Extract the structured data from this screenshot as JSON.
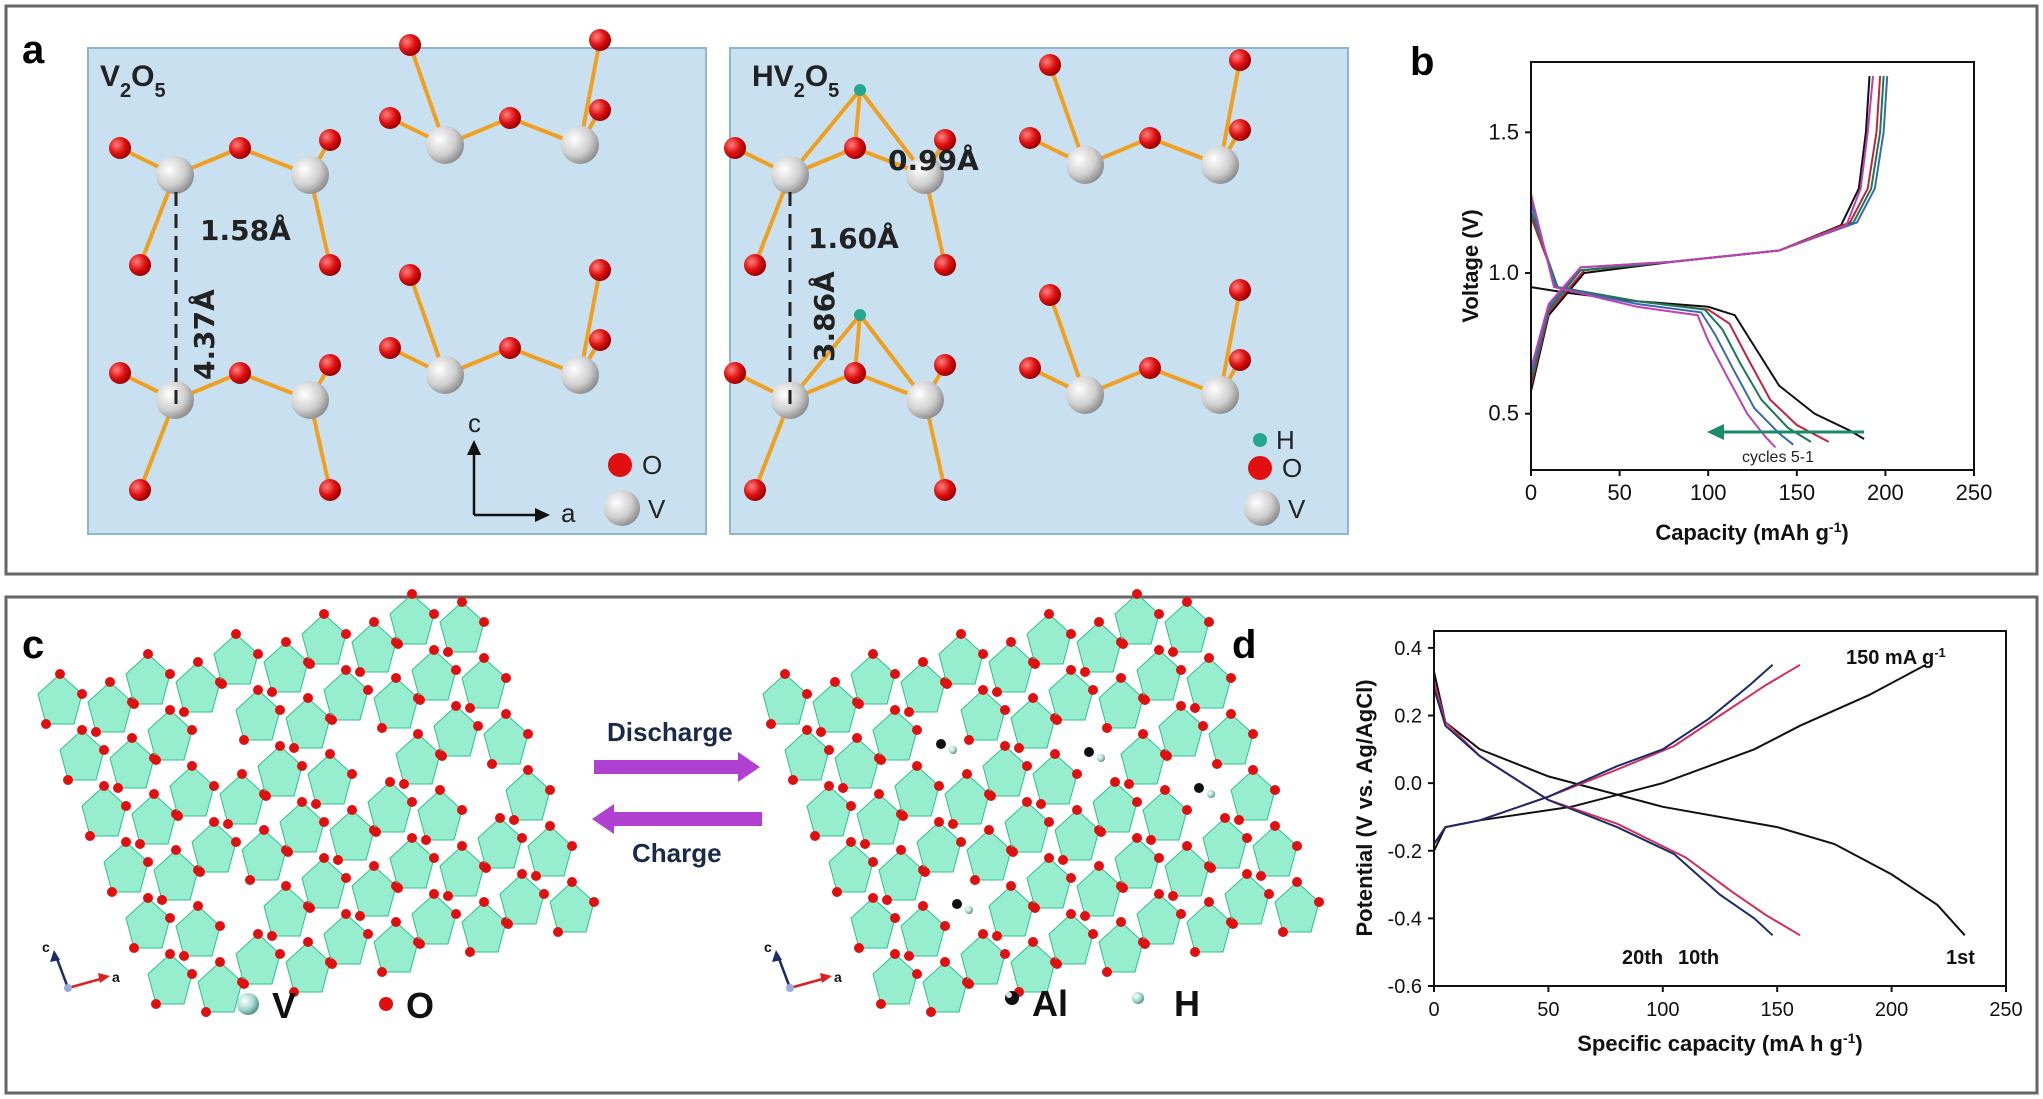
{
  "panels": {
    "a": "a",
    "b": "b",
    "c": "c",
    "d": "d"
  },
  "panel_a": {
    "left_title_main": "V",
    "left_title_sub1": "2",
    "left_title_mid": "O",
    "left_title_sub2": "5",
    "right_title_main": "HV",
    "right_title_sub1": "2",
    "right_title_mid": "O",
    "right_title_sub2": "5",
    "left_bond": "1.58Å",
    "left_interlayer": "4.37Å",
    "right_bond": "1.60Å",
    "right_oh": "0.99Å",
    "right_interlayer": "3.86Å",
    "axis_c": "c",
    "axis_a": "a",
    "legend_left": [
      "O",
      "V"
    ],
    "legend_right": [
      "H",
      "O",
      "V"
    ],
    "colors": {
      "background": "#c9e0f0",
      "oxygen": "#e01010",
      "vanadium": "#d9d9d9",
      "hydrogen": "#26a58f",
      "bond": "#f0a020"
    }
  },
  "panel_c": {
    "discharge": "Discharge",
    "charge": "Charge",
    "legend_left": [
      "V",
      "O"
    ],
    "legend_right": [
      "Al",
      "H"
    ],
    "axis_c": "c",
    "axis_a": "a",
    "colors": {
      "octahedra": "#3fe0a8",
      "oxygen": "#e01010",
      "arrow": "#b040d0"
    }
  },
  "chart_data": [
    {
      "panel": "b",
      "type": "line",
      "xlabel": "Capacity (mAh g",
      "xlabel_sup": "-1",
      "xlabel_end": ")",
      "ylabel": "Voltage (V)",
      "xlim": [
        0,
        250
      ],
      "ylim": [
        0.3,
        1.75
      ],
      "xticks": [
        0,
        50,
        100,
        150,
        200,
        250
      ],
      "yticks": [
        0.5,
        1.0,
        1.5
      ],
      "ytick_labels": [
        "0.5",
        "1.0",
        "1.5"
      ],
      "annotation": "cycles 5-1",
      "series": [
        {
          "color": "#111111",
          "discharge": [
            [
              0,
              0.95
            ],
            [
              20,
              0.93
            ],
            [
              60,
              0.9
            ],
            [
              100,
              0.88
            ],
            [
              115,
              0.85
            ],
            [
              125,
              0.75
            ],
            [
              140,
              0.6
            ],
            [
              160,
              0.5
            ],
            [
              180,
              0.44
            ],
            [
              188,
              0.41
            ]
          ],
          "charge": [
            [
              0,
              0.58
            ],
            [
              10,
              0.85
            ],
            [
              30,
              1.0
            ],
            [
              80,
              1.04
            ],
            [
              140,
              1.08
            ],
            [
              175,
              1.17
            ],
            [
              185,
              1.3
            ],
            [
              189,
              1.5
            ],
            [
              191,
              1.7
            ]
          ]
        },
        {
          "color": "#c0243c",
          "discharge": [
            [
              0,
              1.2
            ],
            [
              15,
              0.95
            ],
            [
              60,
              0.9
            ],
            [
              100,
              0.87
            ],
            [
              112,
              0.82
            ],
            [
              122,
              0.7
            ],
            [
              135,
              0.55
            ],
            [
              150,
              0.46
            ],
            [
              168,
              0.4
            ]
          ],
          "charge": [
            [
              0,
              0.6
            ],
            [
              10,
              0.86
            ],
            [
              30,
              1.01
            ],
            [
              80,
              1.04
            ],
            [
              140,
              1.08
            ],
            [
              180,
              1.18
            ],
            [
              190,
              1.3
            ],
            [
              195,
              1.5
            ],
            [
              197,
              1.7
            ]
          ]
        },
        {
          "color": "#1a7a55",
          "discharge": [
            [
              0,
              1.22
            ],
            [
              15,
              0.95
            ],
            [
              60,
              0.9
            ],
            [
              98,
              0.87
            ],
            [
              108,
              0.8
            ],
            [
              118,
              0.68
            ],
            [
              130,
              0.55
            ],
            [
              145,
              0.45
            ],
            [
              158,
              0.4
            ]
          ],
          "charge": [
            [
              0,
              0.62
            ],
            [
              10,
              0.87
            ],
            [
              28,
              1.01
            ],
            [
              80,
              1.04
            ],
            [
              140,
              1.08
            ],
            [
              182,
              1.18
            ],
            [
              192,
              1.3
            ],
            [
              197,
              1.5
            ],
            [
              199,
              1.7
            ]
          ]
        },
        {
          "color": "#3a6ab0",
          "discharge": [
            [
              0,
              1.25
            ],
            [
              14,
              0.95
            ],
            [
              60,
              0.89
            ],
            [
              96,
              0.86
            ],
            [
              104,
              0.78
            ],
            [
              114,
              0.66
            ],
            [
              126,
              0.52
            ],
            [
              140,
              0.43
            ],
            [
              148,
              0.39
            ]
          ],
          "charge": [
            [
              0,
              0.64
            ],
            [
              10,
              0.88
            ],
            [
              28,
              1.02
            ],
            [
              80,
              1.04
            ],
            [
              140,
              1.08
            ],
            [
              184,
              1.18
            ],
            [
              194,
              1.3
            ],
            [
              199,
              1.5
            ],
            [
              201,
              1.7
            ]
          ]
        },
        {
          "color": "#c040b0",
          "discharge": [
            [
              0,
              1.28
            ],
            [
              13,
              0.95
            ],
            [
              60,
              0.88
            ],
            [
              94,
              0.85
            ],
            [
              100,
              0.76
            ],
            [
              110,
              0.64
            ],
            [
              122,
              0.5
            ],
            [
              132,
              0.42
            ],
            [
              138,
              0.38
            ]
          ],
          "charge": [
            [
              0,
              0.66
            ],
            [
              10,
              0.89
            ],
            [
              28,
              1.02
            ],
            [
              80,
              1.04
            ],
            [
              140,
              1.08
            ],
            [
              178,
              1.17
            ],
            [
              186,
              1.3
            ],
            [
              190,
              1.5
            ],
            [
              193,
              1.7
            ]
          ]
        }
      ]
    },
    {
      "panel": "d",
      "type": "line",
      "xlabel": "Specific capacity (mA h g",
      "xlabel_sup": "-1",
      "xlabel_end": ")",
      "ylabel": "Potential (V vs. Ag/AgCl)",
      "xlim": [
        0,
        250
      ],
      "ylim": [
        -0.6,
        0.45
      ],
      "xticks": [
        0,
        50,
        100,
        150,
        200,
        250
      ],
      "yticks": [
        -0.6,
        -0.4,
        -0.2,
        0.0,
        0.2,
        0.4
      ],
      "ytick_labels": [
        "-0.6",
        "-0.4",
        "-0.2",
        "0.0",
        "0.2",
        "0.4"
      ],
      "annotation": "150 mA g",
      "annotation_sup": "-1",
      "curve_labels": [
        "20th",
        "10th",
        "1st"
      ],
      "series": [
        {
          "name": "1st",
          "color": "#111111",
          "discharge": [
            [
              0,
              0.33
            ],
            [
              5,
              0.18
            ],
            [
              20,
              0.1
            ],
            [
              50,
              0.02
            ],
            [
              100,
              -0.07
            ],
            [
              150,
              -0.13
            ],
            [
              175,
              -0.18
            ],
            [
              200,
              -0.27
            ],
            [
              220,
              -0.36
            ],
            [
              232,
              -0.45
            ]
          ],
          "charge": [
            [
              0,
              -0.2
            ],
            [
              5,
              -0.13
            ],
            [
              20,
              -0.11
            ],
            [
              60,
              -0.07
            ],
            [
              100,
              0.0
            ],
            [
              120,
              0.05
            ],
            [
              140,
              0.1
            ],
            [
              160,
              0.17
            ],
            [
              190,
              0.26
            ],
            [
              215,
              0.35
            ]
          ]
        },
        {
          "name": "10th",
          "color": "#d0305a",
          "discharge": [
            [
              0,
              0.3
            ],
            [
              5,
              0.18
            ],
            [
              20,
              0.08
            ],
            [
              50,
              -0.05
            ],
            [
              80,
              -0.12
            ],
            [
              110,
              -0.22
            ],
            [
              130,
              -0.32
            ],
            [
              145,
              -0.39
            ],
            [
              160,
              -0.45
            ]
          ],
          "charge": [
            [
              0,
              -0.18
            ],
            [
              5,
              -0.13
            ],
            [
              20,
              -0.11
            ],
            [
              50,
              -0.04
            ],
            [
              80,
              0.04
            ],
            [
              105,
              0.11
            ],
            [
              125,
              0.2
            ],
            [
              145,
              0.29
            ],
            [
              160,
              0.35
            ]
          ]
        },
        {
          "name": "20th",
          "color": "#1e2a6a",
          "discharge": [
            [
              0,
              0.28
            ],
            [
              5,
              0.17
            ],
            [
              20,
              0.08
            ],
            [
              50,
              -0.05
            ],
            [
              80,
              -0.13
            ],
            [
              105,
              -0.21
            ],
            [
              125,
              -0.33
            ],
            [
              140,
              -0.4
            ],
            [
              148,
              -0.45
            ]
          ],
          "charge": [
            [
              0,
              -0.18
            ],
            [
              5,
              -0.13
            ],
            [
              20,
              -0.11
            ],
            [
              50,
              -0.04
            ],
            [
              80,
              0.05
            ],
            [
              100,
              0.1
            ],
            [
              120,
              0.19
            ],
            [
              138,
              0.29
            ],
            [
              148,
              0.35
            ]
          ]
        }
      ]
    }
  ]
}
